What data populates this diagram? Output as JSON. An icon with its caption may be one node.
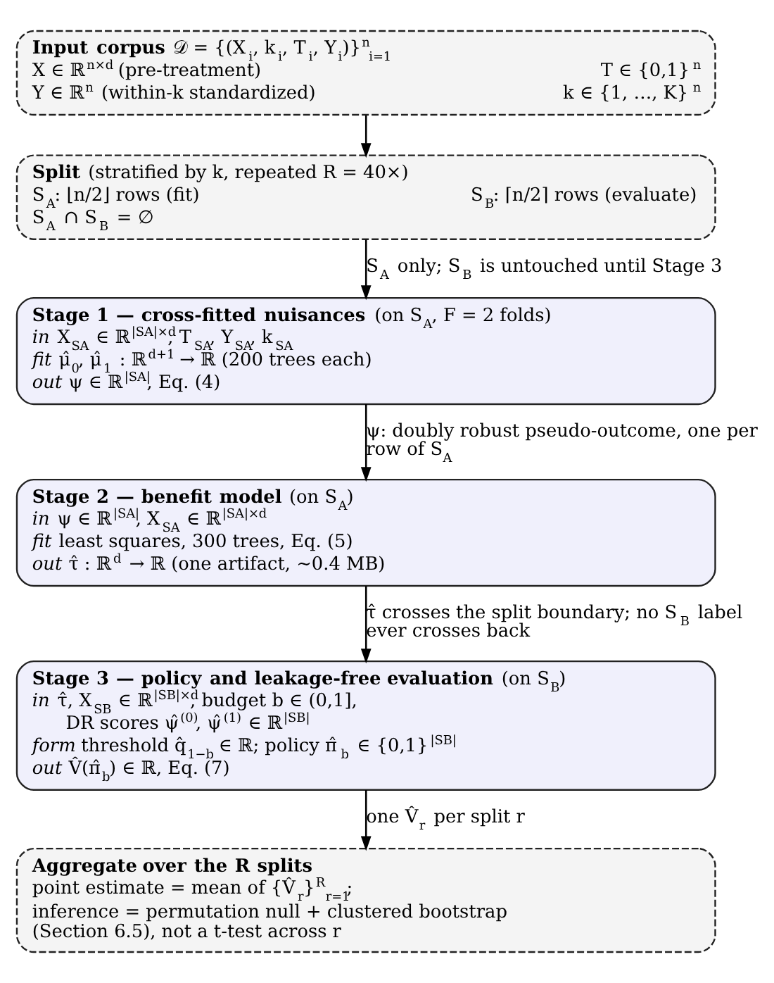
{
  "diagram": {
    "nodes": [
      {
        "text": [
          "**Input corpus** 𝒟 = {(X$_{i}$, k$_{i}$, T$_{i}$, Y$_{i}$)}$^{n}$$_{i=1}$",
          "X ∈ ℝ$^{n×d}$ (pre-treatment)",
          "T ∈ {0,1}$^{n}$",
          "Y ∈ ℝ$^{n}$ (within-k standardized)",
          "k ∈ {1, …, K}$^{n}$"
        ]
      },
      {
        "text": [
          "**Split** (stratified by k, repeated R = 40×)",
          "S$_{A}$: ⌊n/2⌋ rows (fit)",
          "S$_{B}$: ⌈n/2⌉ rows (evaluate)",
          "S$_{A}$ ∩ S$_{B}$ = ∅"
        ]
      },
      {
        "text": [
          "**Stage 1 — cross-fitted nuisances** (on S$_{A}$, F = 2 folds)",
          "*in* X$_{SA}$ ∈ ℝ$^{|SA|×d}$, T$_{SA}$, Y$_{SA}$, k$_{SA}$",
          "*fit* μ̂$_{0}$, μ̂$_{1}$ : ℝ$^{d+1}$ → ℝ (200 trees each)",
          "*out* ψ ∈ ℝ$^{|SA|}$, Eq. (4)"
        ]
      },
      {
        "text": [
          "**Stage 2 — benefit model** (on S$_{A}$)",
          "*in* ψ ∈ ℝ$^{|SA|}$, X$_{SA}$ ∈ ℝ$^{|SA|×d}$",
          "*fit* least squares, 300 trees, Eq. (5)",
          "*out* τ̂ : ℝ$^{d}$ → ℝ (one artifact, ∼0.4 MB)"
        ]
      },
      {
        "text": [
          "**Stage 3 — policy and leakage-free evaluation** (on S$_{B}$)",
          "*in* τ̂, X$_{SB}$ ∈ ℝ$^{|SB|×d}$, budget b ∈ (0,1],",
          "DR scores ψ̂$^{(0)}$, ψ̂$^{(1)}$ ∈ ℝ$^{|SB|}$",
          "*form* threshold q̂$_{1−b}$ ∈ ℝ; policy π̂$_{b}$ ∈ {0,1}$^{|SB|}$",
          "*out* V̂(π̂$_{b}$) ∈ ℝ, Eq. (7)"
        ]
      },
      {
        "text": [
          "Aggregate over the R splits",
          "point estimate = mean of {V̂$_{r}$}$^{R}$$_{r=1}$;",
          "inference = permutation null + clustered bootstrap (Section 6.5), not a t-test across r"
        ]
      }
    ],
    "edges": [
      {
        "from": 0,
        "to": 1,
        "arrow": "to"
      },
      {
        "from": 1,
        "to": 2,
        "arrow": "to",
        "label": "S$_{A}$ only; S$_{B}$ is untouched until Stage 3"
      },
      {
        "from": 2,
        "to": 3,
        "arrow": "to",
        "label": "ψ: doubly robust pseudo-outcome, one per row of S$_{A}$"
      },
      {
        "from": 3,
        "to": 4,
        "arrow": "to",
        "label": "τ̂ crosses the split boundary; no S$_{B}$ label ever crosses back"
      },
      {
        "from": 4,
        "to": 5,
        "arrow": "to",
        "label": "one V̂$_{r}$ per split r"
      }
    ]
  }
}
